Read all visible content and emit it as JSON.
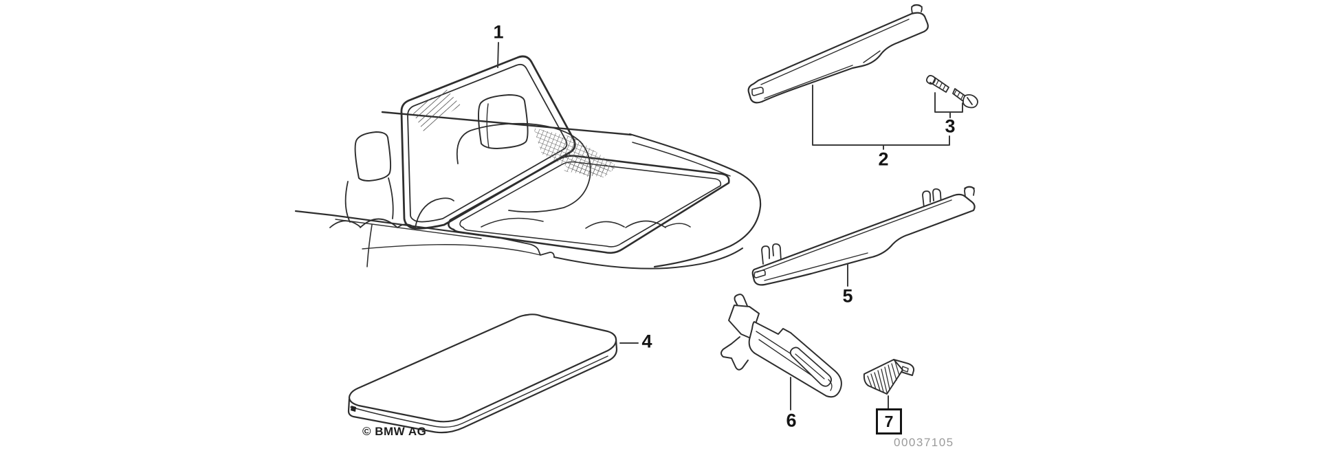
{
  "diagram": {
    "copyright": "© BMW AG",
    "drawing_number": "00037105",
    "callouts": {
      "c1": {
        "label": "1"
      },
      "c2": {
        "label": "2"
      },
      "c3": {
        "label": "3"
      },
      "c4": {
        "label": "4"
      },
      "c5": {
        "label": "5"
      },
      "c6": {
        "label": "6"
      },
      "c7": {
        "label": "7"
      }
    },
    "colors": {
      "line": "#2e2e2e",
      "label": "#141414",
      "drawing_number": "#9a9a9a",
      "background": "#ffffff"
    }
  }
}
